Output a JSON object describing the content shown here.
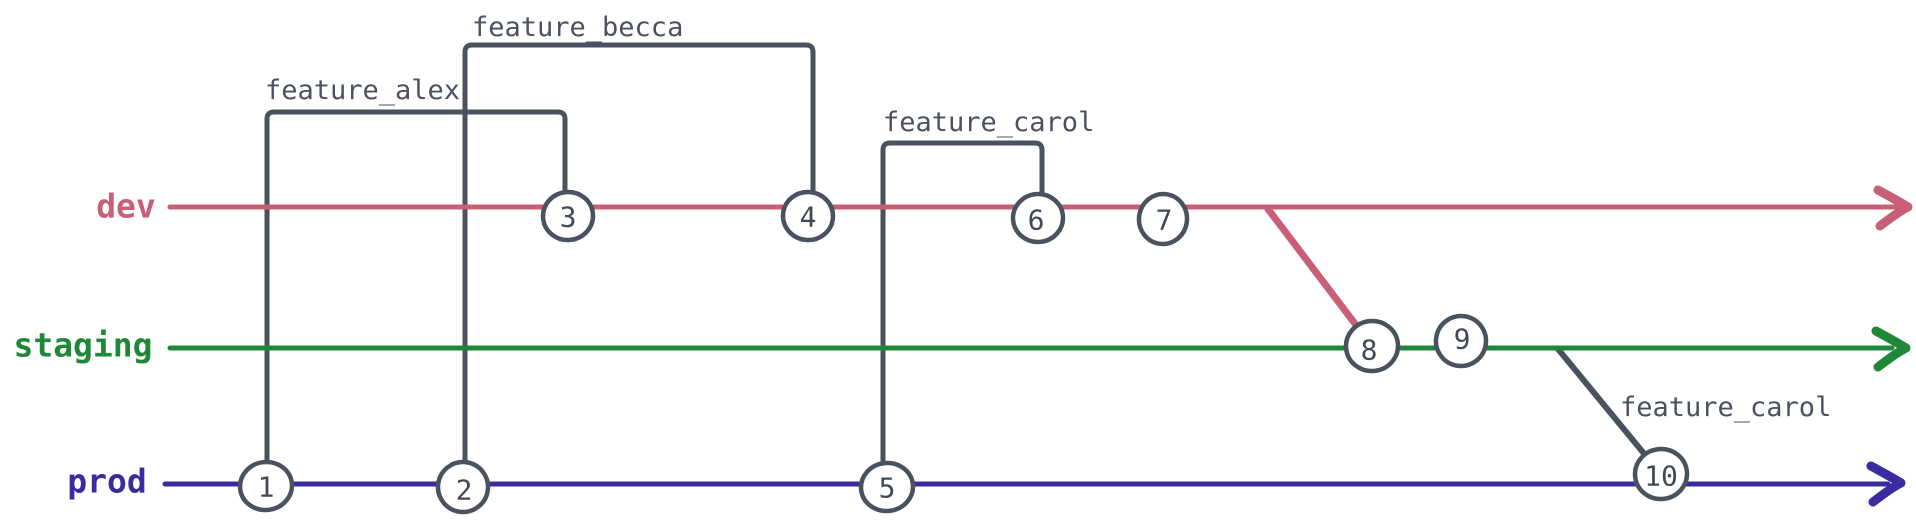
{
  "colors": {
    "dev": "#c76077",
    "staging": "#1e8838",
    "prod": "#392ca0",
    "feature_line": "#49525e",
    "commit_stroke": "#49525e",
    "commit_fill": "#ffffff",
    "commit_text": "#404a57",
    "feature_text": "#4a5261"
  },
  "branches": [
    {
      "name": "dev"
    },
    {
      "name": "staging"
    },
    {
      "name": "prod"
    }
  ],
  "feature_labels": [
    {
      "label": "feature_alex"
    },
    {
      "label": "feature_becca"
    },
    {
      "label": "feature_carol"
    },
    {
      "label": "feature_carol"
    }
  ],
  "commits": [
    {
      "label": "1",
      "branch": "prod"
    },
    {
      "label": "2",
      "branch": "prod"
    },
    {
      "label": "3",
      "branch": "dev"
    },
    {
      "label": "4",
      "branch": "dev"
    },
    {
      "label": "5",
      "branch": "prod"
    },
    {
      "label": "6",
      "branch": "dev"
    },
    {
      "label": "7",
      "branch": "dev"
    },
    {
      "label": "8",
      "branch": "staging"
    },
    {
      "label": "9",
      "branch": "staging"
    },
    {
      "label": "10",
      "branch": "prod"
    }
  ]
}
